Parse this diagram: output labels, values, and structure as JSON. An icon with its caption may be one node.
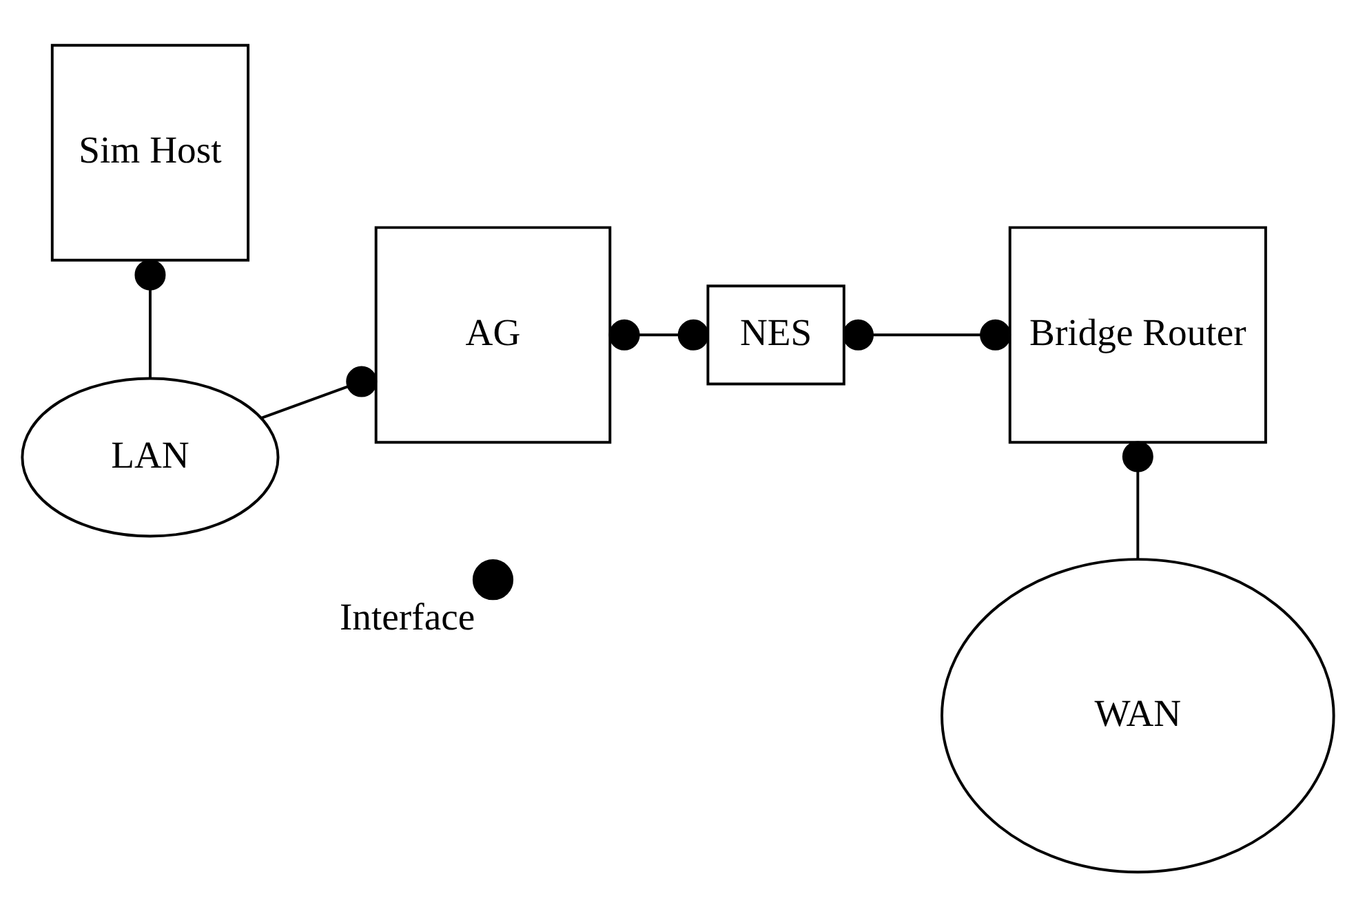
{
  "diagram": {
    "nodes": [
      {
        "text": [
          "Sim Host"
        ]
      },
      {
        "text": [
          "LAN"
        ]
      },
      {
        "text": [
          "AG"
        ]
      },
      {
        "text": [
          "NES"
        ]
      },
      {
        "text": [
          "Bridge Router"
        ]
      },
      {
        "text": [
          "WAN"
        ]
      }
    ],
    "edges": [
      {
        "from": 0,
        "to": 1,
        "arrow": "other"
      },
      {
        "from": 1,
        "to": 2,
        "arrow": "other"
      },
      {
        "from": 2,
        "to": 3,
        "arrow": "other"
      },
      {
        "from": 3,
        "to": 4,
        "arrow": "other"
      },
      {
        "from": 4,
        "to": 5,
        "arrow": "other"
      }
    ],
    "legend": [
      {
        "text": "Interface"
      }
    ]
  }
}
